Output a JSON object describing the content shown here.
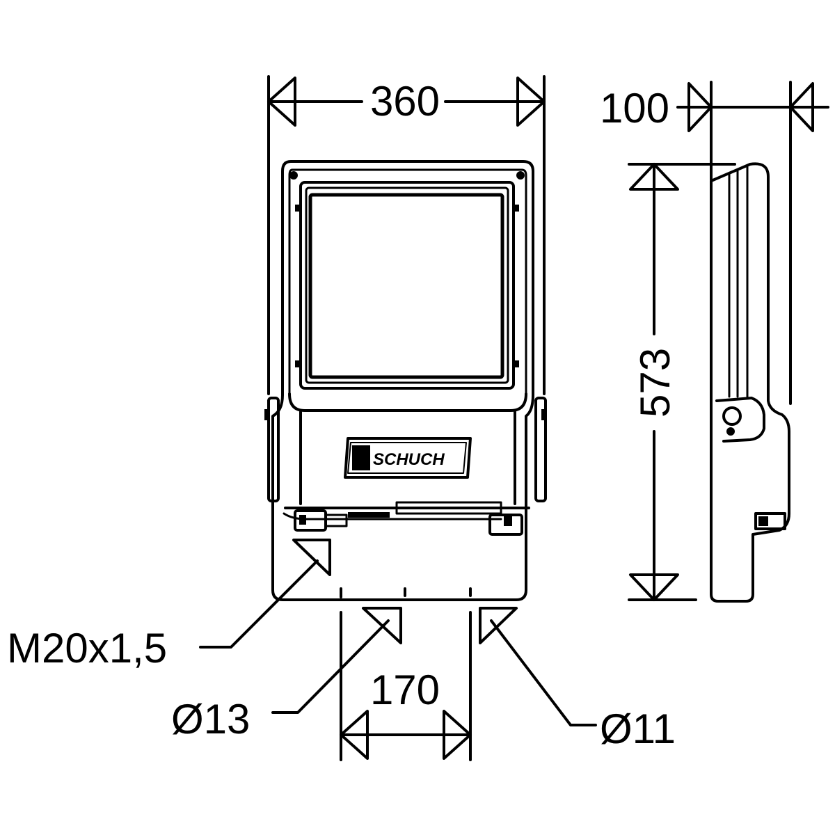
{
  "dimensions": {
    "width": "360",
    "depth": "100",
    "height": "573",
    "mount_spacing": "170"
  },
  "callouts": {
    "cable_gland": "M20x1,5",
    "hole_large": "Ø13",
    "hole_small": "Ø11"
  },
  "logo": {
    "text": "SCHUCH"
  },
  "colors": {
    "line": "#000000",
    "background": "#ffffff"
  }
}
